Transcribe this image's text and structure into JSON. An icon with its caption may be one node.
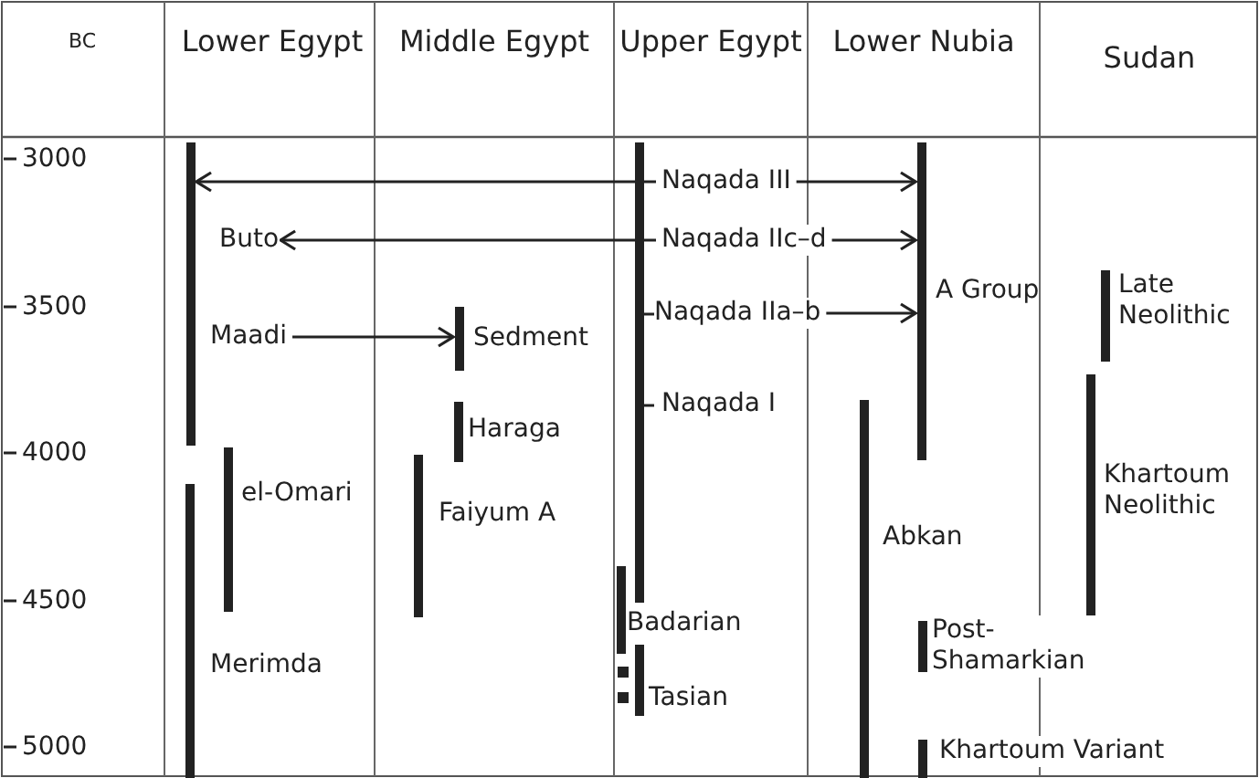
{
  "diagram": {
    "nodes": [
      {
        "text": [],
        "shape": "bar"
      },
      {
        "text": [
          "Naqada III"
        ]
      },
      {
        "text": [
          "Buto"
        ]
      },
      {
        "text": [
          "Naqada IIc–d"
        ]
      },
      {
        "text": [
          "A Group"
        ]
      },
      {
        "text": [
          "Late Neolithic"
        ]
      },
      {
        "text": [
          "Naqada IIa–b"
        ]
      },
      {
        "text": [
          "Maadi"
        ]
      },
      {
        "text": [
          "Sedment"
        ]
      },
      {
        "text": [
          "Naqada I"
        ]
      },
      {
        "text": [
          "Haraga"
        ]
      },
      {
        "text": [
          "el-Omari"
        ]
      },
      {
        "text": [
          "Faiyum A"
        ]
      },
      {
        "text": [
          "Khartoum Neolithic"
        ]
      },
      {
        "text": [
          "Abkan"
        ]
      },
      {
        "text": [
          "Badarian"
        ]
      },
      {
        "text": [
          "Post-Shamarkian"
        ]
      },
      {
        "text": [
          "Merimda"
        ]
      },
      {
        "text": [
          "Tasian"
        ]
      },
      {
        "text": [
          "Khartoum Variant"
        ]
      }
    ],
    "edges": [
      {
        "from": 1,
        "to": 0,
        "arrow": "to"
      },
      {
        "from": 1,
        "to": 4,
        "arrow": "to"
      },
      {
        "from": 3,
        "to": 2,
        "arrow": "to"
      },
      {
        "from": 3,
        "to": 4,
        "arrow": "to"
      },
      {
        "from": 6,
        "to": 4,
        "arrow": "to"
      },
      {
        "from": 7,
        "to": 8,
        "arrow": "to"
      }
    ],
    "labels": [
      "BC",
      "Lower Egypt",
      "Middle Egypt",
      "Upper Egypt",
      "Lower Nubia",
      "Sudan",
      "3000",
      "3500",
      "4000",
      "4500",
      "5000"
    ]
  }
}
